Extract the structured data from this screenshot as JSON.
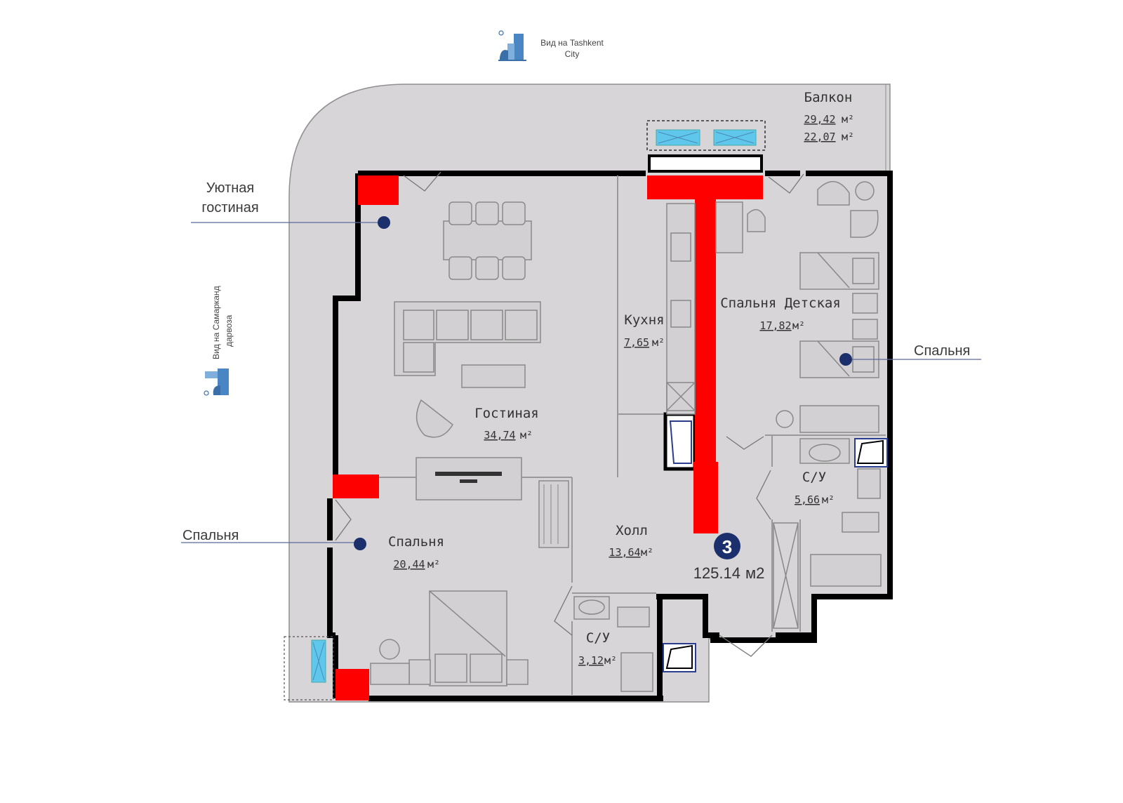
{
  "colors": {
    "floor": "#d7d5d7",
    "wall": "#000000",
    "column": "#ff0000",
    "accent": "#1a2f6b",
    "window": "#5fc7ec",
    "callout_line": "#5b6b9a"
  },
  "icons": {
    "view_top": "city-buildings-icon",
    "view_left": "city-buildings-icon"
  },
  "views": {
    "top": {
      "line1": "Вид на Tashkent",
      "line2": "City"
    },
    "left": {
      "line1": "Вид на Самарканд",
      "line2": "дарвоза"
    }
  },
  "callouts": {
    "cozy_living": {
      "line1": "Уютная",
      "line2": "гостиная"
    },
    "bedroom_right": "Спальня",
    "bedroom_left": "Спальня"
  },
  "rooms": {
    "balcony": {
      "name": "Балкон",
      "area1": "29,42",
      "area2": "22,07",
      "unit": "м²"
    },
    "living": {
      "name": "Гостиная",
      "area": "34,74",
      "unit": "м²"
    },
    "kitchen": {
      "name": "Кухня",
      "area": "7,65",
      "unit": "м²"
    },
    "kids_bedroom": {
      "name": "Спальня Детская",
      "area": "17,82",
      "unit": "м²"
    },
    "bathroom_right": {
      "name": "С/У",
      "area": "5,66",
      "unit": "м²"
    },
    "hall": {
      "name": "Холл",
      "area": "13,64",
      "unit": "м²"
    },
    "bedroom": {
      "name": "Спальня",
      "area": "20,44",
      "unit": "м²"
    },
    "bathroom_left": {
      "name": "С/У",
      "area": "3,12",
      "unit": "м²"
    }
  },
  "apartment": {
    "number": "3",
    "total_area": "125.14",
    "total_unit": "м2"
  }
}
